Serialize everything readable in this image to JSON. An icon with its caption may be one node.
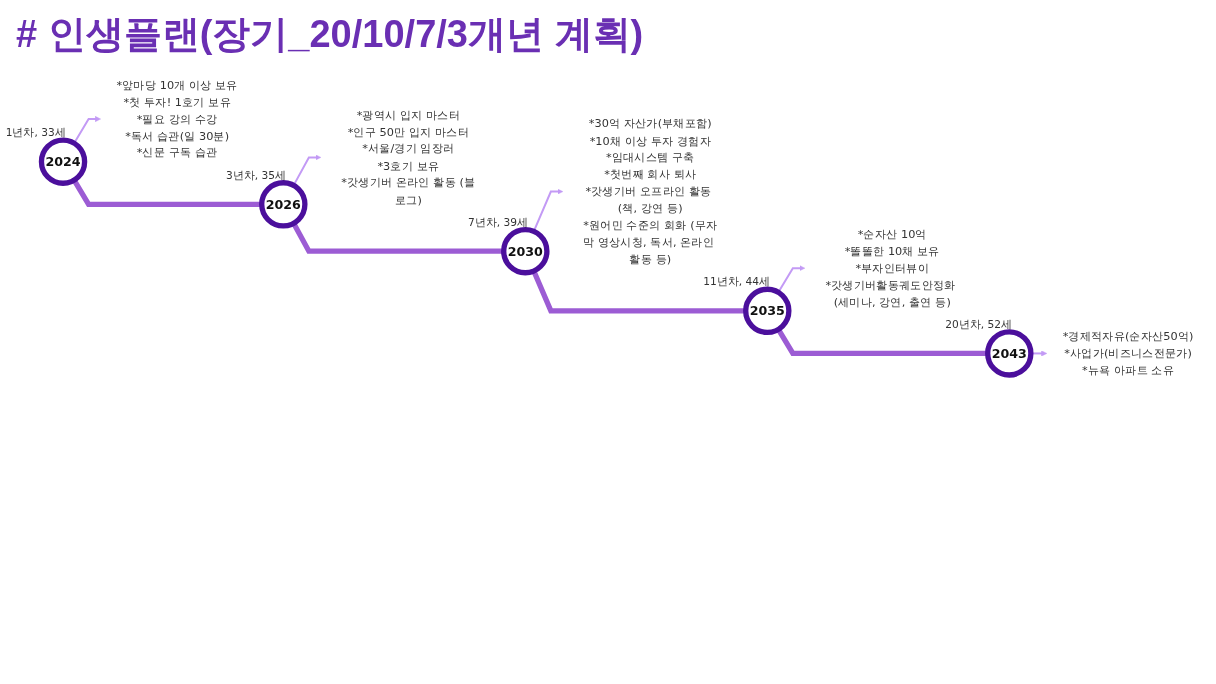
{
  "diagram": {
    "title": "# 인생플랜(장기_20/10/7/3개년 계획)",
    "nodes": [
      {
        "text": [
          "2024"
        ],
        "beside": [
          "1년차, 33세"
        ]
      },
      {
        "text": [
          "*앞마당 10개 이상 보유",
          "*첫 투자! 1호기 보유",
          "*필요 강의 수강",
          "*독서 습관(일 30분)",
          "*신문 구독 습관"
        ]
      },
      {
        "text": [
          "2026"
        ],
        "beside": [
          "3년차, 35세"
        ]
      },
      {
        "text": [
          "*광역시 입지 마스터",
          "*인구 50만 입지 마스터",
          "*서울/경기 임장러",
          "*3호기 보유",
          "*갓생기버 온라인 활동 (블로그)"
        ]
      },
      {
        "text": [
          "2030"
        ],
        "beside": [
          "7년차, 39세"
        ]
      },
      {
        "text": [
          "*30억 자산가(부채포함)",
          "*10채 이상 투자 경험자",
          "*임대시스템 구축",
          "*첫번째 회사 퇴사",
          "*갓생기버 오프라인 활동 (책, 강연 등)",
          "*원어민 수준의 회화 (무자막 영상시청, 독서, 온라인 활동 등)"
        ]
      },
      {
        "text": [
          "2035"
        ],
        "beside": [
          "11년차, 44세"
        ]
      },
      {
        "text": [
          "*순자산 10억",
          "*똘똘한 10채 보유",
          "*부자인터뷰이",
          "*갓생기버활동궤도안정화 (세미나, 강연, 출연 등)"
        ]
      },
      {
        "text": [
          "2043"
        ],
        "beside": [
          "20년차, 52세"
        ]
      },
      {
        "text": [
          "*경제적자유(순자산50억)",
          "*사업가(비즈니스전문가)",
          "*뉴욕 아파트 소유"
        ]
      }
    ],
    "edges": [
      {
        "from": 0,
        "to": 1,
        "arrow": "to"
      },
      {
        "from": 2,
        "to": 3,
        "arrow": "to"
      },
      {
        "from": 4,
        "to": 5,
        "arrow": "to"
      },
      {
        "from": 6,
        "to": 7,
        "arrow": "to"
      },
      {
        "from": 8,
        "to": 9,
        "arrow": "to"
      },
      {
        "from": 0,
        "to": 2,
        "arrow": "none",
        "style": "thick",
        "color": "#9c5cd4"
      },
      {
        "from": 2,
        "to": 4,
        "arrow": "none",
        "style": "thick",
        "color": "#9c5cd4"
      },
      {
        "from": 4,
        "to": 6,
        "arrow": "none",
        "style": "thick",
        "color": "#9c5cd4"
      },
      {
        "from": 6,
        "to": 8,
        "arrow": "none",
        "style": "thick",
        "color": "#9c5cd4"
      }
    ]
  }
}
